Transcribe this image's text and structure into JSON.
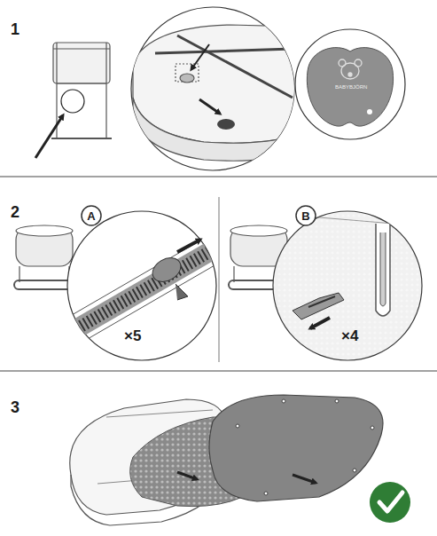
{
  "diagram": {
    "nodes": [
      {
        "text": [
          "A"
        ]
      },
      {
        "text": [
          "B"
        ]
      }
    ],
    "labels": [
      "1",
      "BABYBJÖRN",
      "2",
      "×5",
      "×4",
      "3"
    ]
  }
}
